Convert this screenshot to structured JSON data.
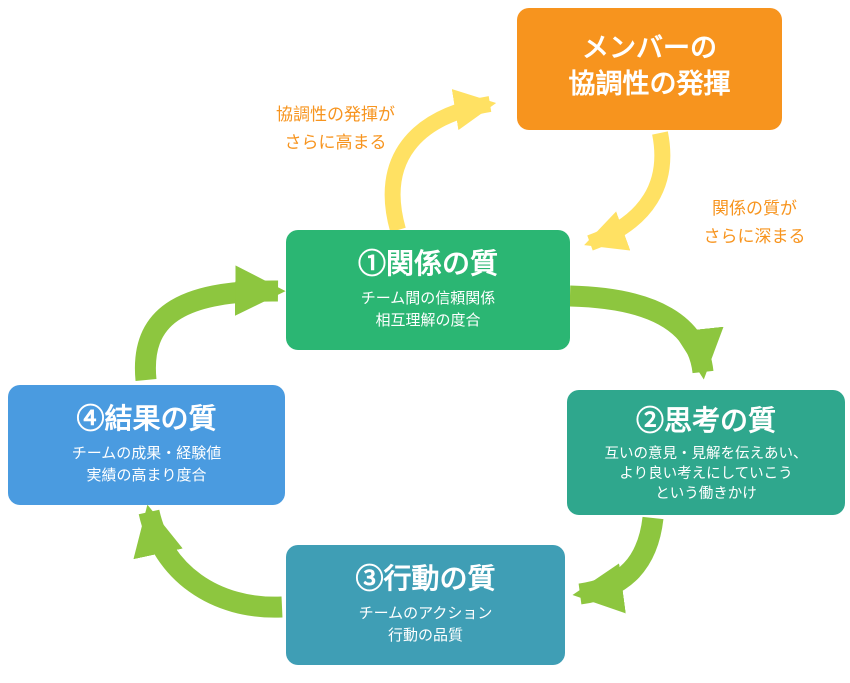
{
  "diagram": {
    "nodes": {
      "member": {
        "lines": [
          "メンバーの",
          "協調性の発揮"
        ],
        "color": "#F7941E"
      },
      "relation": {
        "title": "①関係の質",
        "desc": [
          "チーム間の信頼関係",
          "相互理解の度合"
        ],
        "color": "#2BB673"
      },
      "thinking": {
        "title": "②思考の質",
        "desc": [
          "互いの意見・見解を伝えあい、",
          "より良い考えにしていこう",
          "という働きかけ"
        ],
        "color": "#2FA78D"
      },
      "action": {
        "title": "③行動の質",
        "desc": [
          "チームのアクション",
          "行動の品質"
        ],
        "color": "#3F9EB5"
      },
      "result": {
        "title": "④結果の質",
        "desc": [
          "チームの成果・経験値",
          "実績の高まり度合"
        ],
        "color": "#4A9BE0"
      }
    },
    "annotations": {
      "to_member": {
        "lines": [
          "協調性の発揮が",
          "さらに高まる"
        ]
      },
      "to_relation": {
        "lines": [
          "関係の質が",
          "さらに深まる"
        ]
      }
    },
    "colors": {
      "cycle_arrow": "#8DC63F",
      "feedback_arrow": "#FFE163",
      "annotation_text": "#F7941E"
    }
  }
}
